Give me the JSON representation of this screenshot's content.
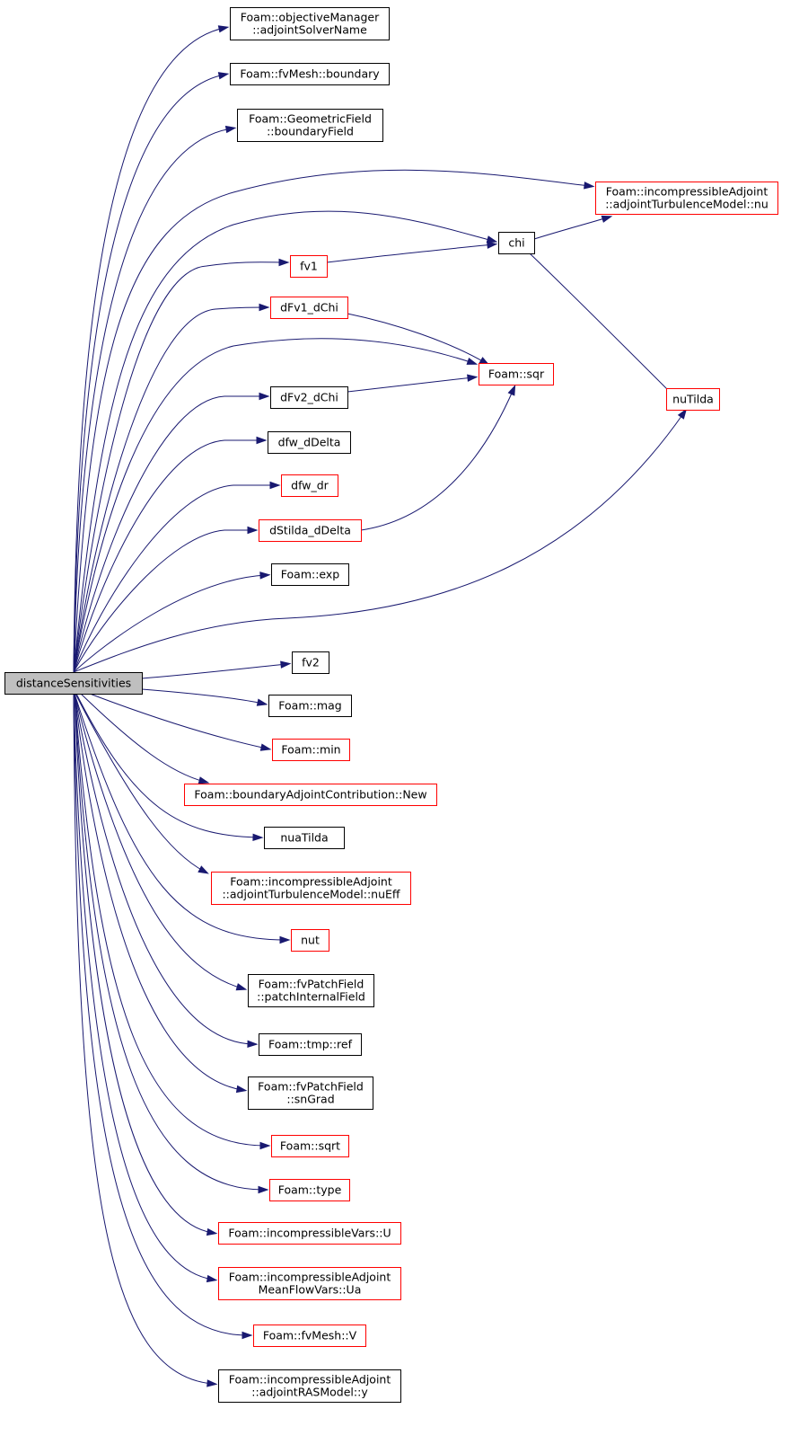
{
  "graph": {
    "edge_color": "#191970",
    "border_colors": {
      "black": "#000000",
      "red": "#ff0000"
    },
    "root_fill": "#bfbfbf",
    "nodes": [
      {
        "id": "root",
        "lines": [
          "distanceSensitivities"
        ],
        "border": "black",
        "root": true
      },
      {
        "id": "adjointSolverName",
        "lines": [
          "Foam::objectiveManager",
          "::adjointSolverName"
        ],
        "border": "black"
      },
      {
        "id": "boundary",
        "lines": [
          "Foam::fvMesh::boundary"
        ],
        "border": "black"
      },
      {
        "id": "boundaryField",
        "lines": [
          "Foam::GeometricField",
          "::boundaryField"
        ],
        "border": "black"
      },
      {
        "id": "nu",
        "lines": [
          "Foam::incompressibleAdjoint",
          "::adjointTurbulenceModel::nu"
        ],
        "border": "red"
      },
      {
        "id": "chi",
        "lines": [
          "chi"
        ],
        "border": "black"
      },
      {
        "id": "fv1",
        "lines": [
          "fv1"
        ],
        "border": "red"
      },
      {
        "id": "dFv1_dChi",
        "lines": [
          "dFv1_dChi"
        ],
        "border": "red"
      },
      {
        "id": "sqr",
        "lines": [
          "Foam::sqr"
        ],
        "border": "red"
      },
      {
        "id": "nuTilda",
        "lines": [
          "nuTilda"
        ],
        "border": "red"
      },
      {
        "id": "dFv2_dChi",
        "lines": [
          "dFv2_dChi"
        ],
        "border": "black"
      },
      {
        "id": "dfw_dDelta",
        "lines": [
          "dfw_dDelta"
        ],
        "border": "black"
      },
      {
        "id": "dfw_dr",
        "lines": [
          "dfw_dr"
        ],
        "border": "red"
      },
      {
        "id": "dStilda_dDelta",
        "lines": [
          "dStilda_dDelta"
        ],
        "border": "red"
      },
      {
        "id": "exp",
        "lines": [
          "Foam::exp"
        ],
        "border": "black"
      },
      {
        "id": "fv2",
        "lines": [
          "fv2"
        ],
        "border": "black"
      },
      {
        "id": "mag",
        "lines": [
          "Foam::mag"
        ],
        "border": "black"
      },
      {
        "id": "min",
        "lines": [
          "Foam::min"
        ],
        "border": "red"
      },
      {
        "id": "New",
        "lines": [
          "Foam::boundaryAdjointContribution::New"
        ],
        "border": "red"
      },
      {
        "id": "nuaTilda",
        "lines": [
          "nuaTilda"
        ],
        "border": "black"
      },
      {
        "id": "nuEff",
        "lines": [
          "Foam::incompressibleAdjoint",
          "::adjointTurbulenceModel::nuEff"
        ],
        "border": "red"
      },
      {
        "id": "nut",
        "lines": [
          "nut"
        ],
        "border": "red"
      },
      {
        "id": "patchInternalField",
        "lines": [
          "Foam::fvPatchField",
          "::patchInternalField"
        ],
        "border": "black"
      },
      {
        "id": "ref",
        "lines": [
          "Foam::tmp::ref"
        ],
        "border": "black"
      },
      {
        "id": "snGrad",
        "lines": [
          "Foam::fvPatchField",
          "::snGrad"
        ],
        "border": "black"
      },
      {
        "id": "sqrt",
        "lines": [
          "Foam::sqrt"
        ],
        "border": "red"
      },
      {
        "id": "type",
        "lines": [
          "Foam::type"
        ],
        "border": "red"
      },
      {
        "id": "U",
        "lines": [
          "Foam::incompressibleVars::U"
        ],
        "border": "red"
      },
      {
        "id": "Ua",
        "lines": [
          "Foam::incompressibleAdjoint",
          "MeanFlowVars::Ua"
        ],
        "border": "red"
      },
      {
        "id": "V",
        "lines": [
          "Foam::fvMesh::V"
        ],
        "border": "red"
      },
      {
        "id": "y",
        "lines": [
          "Foam::incompressibleAdjoint",
          "::adjointRASModel::y"
        ],
        "border": "black"
      }
    ],
    "edges": [
      [
        "root",
        "adjointSolverName"
      ],
      [
        "root",
        "boundary"
      ],
      [
        "root",
        "boundaryField"
      ],
      [
        "root",
        "nu"
      ],
      [
        "root",
        "chi"
      ],
      [
        "root",
        "fv1"
      ],
      [
        "root",
        "dFv1_dChi"
      ],
      [
        "root",
        "sqr"
      ],
      [
        "root",
        "dFv2_dChi"
      ],
      [
        "root",
        "dfw_dDelta"
      ],
      [
        "root",
        "dfw_dr"
      ],
      [
        "root",
        "dStilda_dDelta"
      ],
      [
        "root",
        "exp"
      ],
      [
        "root",
        "nuTilda"
      ],
      [
        "root",
        "fv2"
      ],
      [
        "root",
        "mag"
      ],
      [
        "root",
        "min"
      ],
      [
        "root",
        "New"
      ],
      [
        "root",
        "nuaTilda"
      ],
      [
        "root",
        "nuEff"
      ],
      [
        "root",
        "nut"
      ],
      [
        "root",
        "patchInternalField"
      ],
      [
        "root",
        "ref"
      ],
      [
        "root",
        "snGrad"
      ],
      [
        "root",
        "sqrt"
      ],
      [
        "root",
        "type"
      ],
      [
        "root",
        "U"
      ],
      [
        "root",
        "Ua"
      ],
      [
        "root",
        "V"
      ],
      [
        "root",
        "y"
      ],
      [
        "fv1",
        "chi"
      ],
      [
        "chi",
        "nu"
      ],
      [
        "chi",
        "nuTilda"
      ],
      [
        "dFv1_dChi",
        "sqr"
      ],
      [
        "dFv2_dChi",
        "sqr"
      ],
      [
        "dStilda_dDelta",
        "sqr"
      ]
    ]
  }
}
